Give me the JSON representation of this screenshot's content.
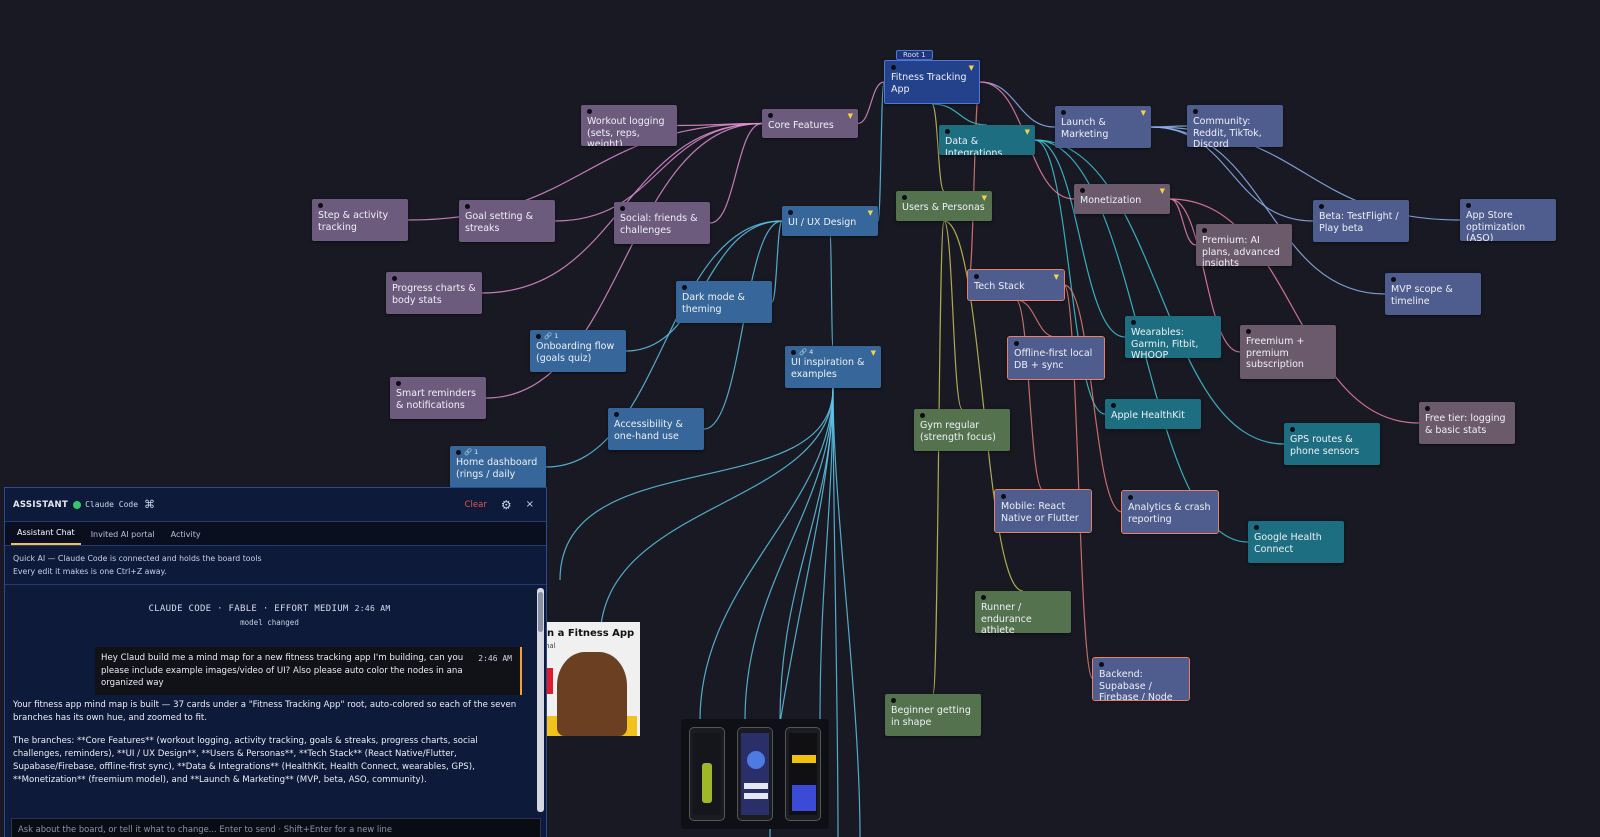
{
  "board": {
    "root_tag": "Root 1",
    "nodes": [
      {
        "id": "root",
        "label": "Fitness Tracking App",
        "color": "root"
      },
      {
        "id": "core",
        "label": "Core Features",
        "color": "purple"
      },
      {
        "id": "workout",
        "label": "Workout logging (sets, reps, weight)",
        "color": "purple"
      },
      {
        "id": "step",
        "label": "Step & activity tracking",
        "color": "purple"
      },
      {
        "id": "goal",
        "label": "Goal setting & streaks",
        "color": "purple"
      },
      {
        "id": "social",
        "label": "Social: friends & challenges",
        "color": "purple"
      },
      {
        "id": "progress",
        "label": "Progress charts & body stats",
        "color": "purple"
      },
      {
        "id": "smart",
        "label": "Smart reminders & notifications",
        "color": "purple"
      },
      {
        "id": "uiux",
        "label": "UI / UX Design",
        "color": "blue"
      },
      {
        "id": "dark",
        "label": "Dark mode & theming",
        "color": "blue"
      },
      {
        "id": "onboard",
        "label": "Onboarding flow (goals quiz)",
        "color": "blue",
        "badge": "🔗 1"
      },
      {
        "id": "access",
        "label": "Accessibility & one-hand use",
        "color": "blue"
      },
      {
        "id": "home",
        "label": "Home dashboard (rings / daily",
        "color": "blue",
        "badge": "🔗 1"
      },
      {
        "id": "uiinsp",
        "label": "UI inspiration & examples",
        "color": "blue",
        "badge": "🔗 4"
      },
      {
        "id": "users",
        "label": "Users & Personas",
        "color": "green"
      },
      {
        "id": "gym",
        "label": "Gym regular (strength focus)",
        "color": "green"
      },
      {
        "id": "runner",
        "label": "Runner / endurance athlete",
        "color": "green"
      },
      {
        "id": "beginner",
        "label": "Beginner getting in shape",
        "color": "green"
      },
      {
        "id": "data",
        "label": "Data & Integrations",
        "color": "teal"
      },
      {
        "id": "wearables",
        "label": "Wearables: Garmin, Fitbit, WHOOP",
        "color": "teal"
      },
      {
        "id": "applehk",
        "label": "Apple HealthKit",
        "color": "teal"
      },
      {
        "id": "gps",
        "label": "GPS routes & phone sensors",
        "color": "teal"
      },
      {
        "id": "google",
        "label": "Google Health Connect",
        "color": "teal"
      },
      {
        "id": "tech",
        "label": "Tech Stack",
        "color": "slate",
        "tech": true
      },
      {
        "id": "offline",
        "label": "Offline-first local DB + sync",
        "color": "slate",
        "tech": true
      },
      {
        "id": "mobile",
        "label": "Mobile: React Native or Flutter",
        "color": "slate",
        "tech": true
      },
      {
        "id": "analytics",
        "label": "Analytics & crash reporting",
        "color": "slate",
        "tech": true
      },
      {
        "id": "backend",
        "label": "Backend: Supabase / Firebase / Node",
        "color": "slate",
        "tech": true
      },
      {
        "id": "launch",
        "label": "Launch & Marketing",
        "color": "slate"
      },
      {
        "id": "community",
        "label": "Community: Reddit, TikTok, Discord",
        "color": "slate"
      },
      {
        "id": "beta",
        "label": "Beta: TestFlight / Play beta",
        "color": "slate"
      },
      {
        "id": "appstore",
        "label": "App Store optimization (ASO)",
        "color": "slate"
      },
      {
        "id": "mvp",
        "label": "MVP scope & timeline",
        "color": "slate"
      },
      {
        "id": "monet",
        "label": "Monetization",
        "color": "mauve"
      },
      {
        "id": "premium",
        "label": "Premium: AI plans, advanced insights",
        "color": "mauve"
      },
      {
        "id": "freemium",
        "label": "Freemium + premium subscription",
        "color": "mauve"
      },
      {
        "id": "freetier",
        "label": "Free tier: logging & basic stats",
        "color": "mauve"
      }
    ],
    "video_title": "n a Fitness App",
    "video_sub": "nal"
  },
  "assistant": {
    "title": "ASSISTANT",
    "status": "Claude Code",
    "clear": "Clear",
    "tabs": [
      "Assistant Chat",
      "Invited AI portal",
      "Activity"
    ],
    "info_line1": "Quick AI — Claude Code is connected and holds the board tools",
    "info_line2": "Every edit it makes is one Ctrl+Z away.",
    "meta_line": "CLAUDE CODE · FABLE · EFFORT MEDIUM",
    "meta_time": "2:46 AM",
    "meta_sub": "model changed",
    "user_msg": "Hey Claud build me a mind map for a new fitness tracking app I'm building, can you please include example images/video of UI? Also please auto color the nodes in ana organized way",
    "user_time": "2:46 AM",
    "reply_p1": "Your fitness app mind map is built — 37 cards under a \"Fitness Tracking App\" root, auto-colored so each of the seven branches has its own hue, and zoomed to fit.",
    "reply_p2": "The branches: **Core Features** (workout logging, activity tracking, goals & streaks, progress charts, social challenges, reminders), **UI / UX Design**, **Users & Personas**, **Tech Stack** (React Native/Flutter, Supabase/Firebase, offline-first sync), **Data & Integrations** (HealthKit, Health Connect, wearables, GPS), **Monetization** (freemium model), and **Launch & Marketing** (MVP, beta, ASO, community).",
    "input_placeholder": "Ask about the board, or tell it what to change... Enter to send · Shift+Enter for a new line"
  },
  "colors": {
    "background": "#181923",
    "purple_branch": "#e08fd0",
    "blue_branch": "#5fc6e6",
    "green_branch": "#c9c35a",
    "teal_branch": "#3ec8d8",
    "tech_branch": "#e07d72",
    "launch_branch": "#8fb3f0",
    "monet_branch": "#ef7fa8"
  }
}
